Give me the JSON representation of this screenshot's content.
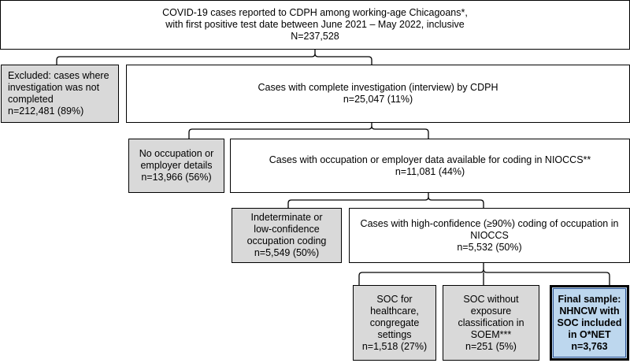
{
  "boxes": {
    "all_cases": {
      "lines": [
        "COVID-19 cases reported to CDPH among working-age Chicagoans*,",
        "with first positive test date between June 2021 – May 2022, inclusive",
        "N=237,528"
      ]
    },
    "excluded_not_completed": {
      "lines": [
        "Excluded: cases where",
        "investigation was not",
        "completed",
        "n=212,481 (89%)"
      ]
    },
    "complete_investigation": {
      "lines": [
        "Cases with complete investigation (interview) by CDPH",
        "n=25,047 (11%)"
      ]
    },
    "no_occupation": {
      "lines": [
        "No occupation or",
        "employer details",
        "n=13,966 (56%)"
      ]
    },
    "occupation_available": {
      "lines": [
        "Cases with occupation or employer data available for coding in NIOCCS**",
        "n=11,081 (44%)"
      ]
    },
    "indeterminate": {
      "lines": [
        "Indeterminate or",
        "low-confidence",
        "occupation coding",
        "n=5,549 (50%)"
      ]
    },
    "high_confidence": {
      "lines": [
        "Cases with high-confidence (≥90%) coding of occupation in",
        "NIOCCS",
        "n=5,532 (50%)"
      ]
    },
    "soc_healthcare": {
      "lines": [
        "SOC for",
        "healthcare,",
        "congregate",
        "settings",
        "n=1,518 (27%)"
      ]
    },
    "soc_no_exposure": {
      "lines": [
        "SOC without",
        "exposure",
        "classification in",
        "SOEM***",
        "n=251 (5%)"
      ]
    },
    "final_sample": {
      "lines": [
        "Final sample:",
        "NHNCW with",
        "SOC included",
        "in O*NET",
        "n=3,763"
      ]
    }
  },
  "colors": {
    "excluded_fill": "#d9d9d9",
    "included_fill": "#ffffff",
    "final_fill": "#bdd7ee",
    "line": "#000000"
  }
}
